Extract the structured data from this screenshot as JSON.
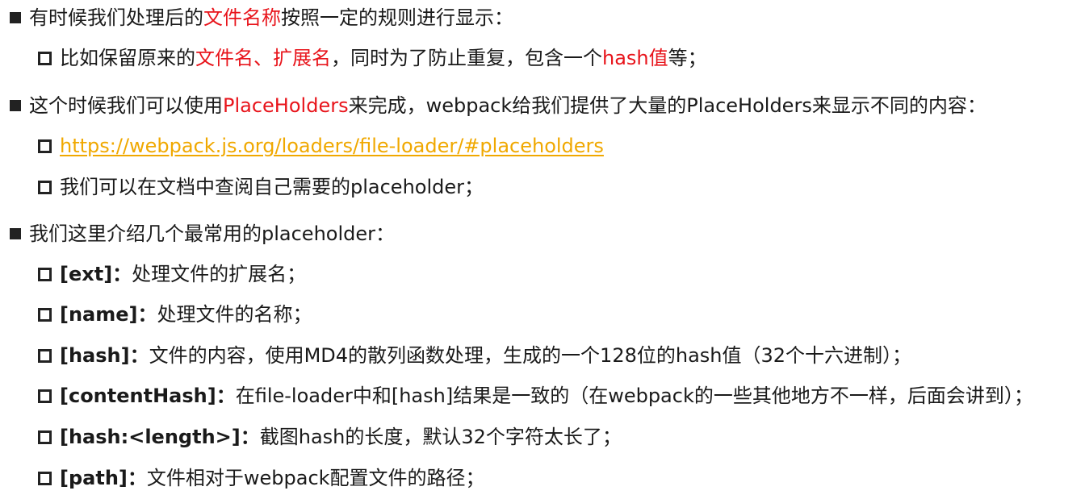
{
  "items": [
    {
      "level": 1,
      "segments": [
        {
          "text": "有时候我们处理后的",
          "style": "plain"
        },
        {
          "text": "文件名称",
          "style": "red"
        },
        {
          "text": "按照一定的规则进行显示：",
          "style": "plain"
        }
      ]
    },
    {
      "level": 2,
      "segments": [
        {
          "text": "比如保留原来的",
          "style": "plain"
        },
        {
          "text": "文件名、扩展名",
          "style": "red"
        },
        {
          "text": "，同时为了防止重复，包含一个",
          "style": "plain"
        },
        {
          "text": "hash值",
          "style": "red"
        },
        {
          "text": "等；",
          "style": "plain"
        }
      ]
    },
    {
      "level": 1,
      "segments": [
        {
          "text": "这个时候我们可以使用",
          "style": "plain"
        },
        {
          "text": "PlaceHolders",
          "style": "red"
        },
        {
          "text": "来完成，webpack给我们提供了大量的PlaceHolders来显示不同的内容：",
          "style": "plain"
        }
      ]
    },
    {
      "level": 2,
      "segments": [
        {
          "text": "https://webpack.js.org/loaders/file-loader/#placeholders",
          "style": "link"
        }
      ]
    },
    {
      "level": 2,
      "segments": [
        {
          "text": "我们可以在文档中查阅自己需要的placeholder；",
          "style": "plain"
        }
      ]
    },
    {
      "level": 1,
      "segments": [
        {
          "text": "我们这里介绍几个最常用的placeholder：",
          "style": "plain"
        }
      ]
    },
    {
      "level": 2,
      "segments": [
        {
          "text": "[ext]：",
          "style": "bold"
        },
        {
          "text": " 处理文件的扩展名；",
          "style": "plain"
        }
      ]
    },
    {
      "level": 2,
      "segments": [
        {
          "text": "[name]：",
          "style": "bold"
        },
        {
          "text": "处理文件的名称；",
          "style": "plain"
        }
      ]
    },
    {
      "level": 2,
      "segments": [
        {
          "text": "[hash]：",
          "style": "bold"
        },
        {
          "text": "文件的内容，使用MD4的散列函数处理，生成的一个128位的hash值（32个十六进制）；",
          "style": "plain"
        }
      ]
    },
    {
      "level": 2,
      "segments": [
        {
          "text": "[contentHash]：",
          "style": "bold"
        },
        {
          "text": "在file-loader中和[hash]结果是一致的（在webpack的一些其他地方不一样，后面会讲到）；",
          "style": "plain"
        }
      ]
    },
    {
      "level": 2,
      "segments": [
        {
          "text": "[hash:<length>]：",
          "style": "bold"
        },
        {
          "text": "截图hash的长度，默认32个字符太长了；",
          "style": "plain"
        }
      ]
    },
    {
      "level": 2,
      "segments": [
        {
          "text": "[path]：",
          "style": "bold"
        },
        {
          "text": "文件相对于webpack配置文件的路径；",
          "style": "plain"
        }
      ]
    }
  ],
  "colors": {
    "text": "#1a1a1a",
    "highlight_red": "#e8141b",
    "link_orange": "#f0a800"
  }
}
